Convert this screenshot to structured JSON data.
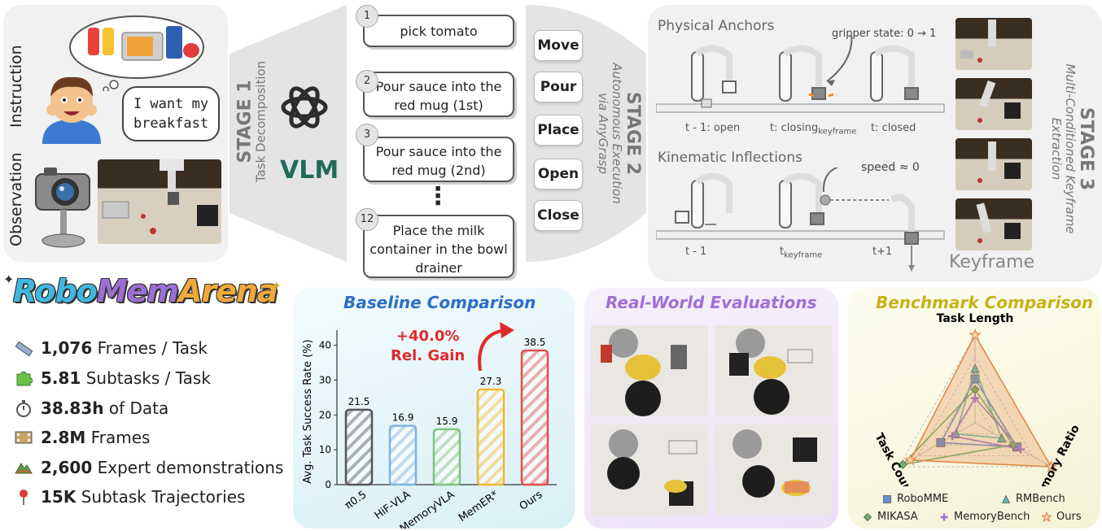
{
  "stage0": {
    "instruction_label": "Instruction",
    "observation_label": "Observation",
    "speech": "I want my breakfast"
  },
  "stage1": {
    "title": "STAGE 1",
    "subtitle": "Task Decomposition",
    "vlm": "VLM"
  },
  "tasks": [
    {
      "num": "1",
      "text": "pick tomato"
    },
    {
      "num": "2",
      "text": "Pour sauce into the red mug (1st)"
    },
    {
      "num": "3",
      "text": "Pour sauce into the red mug (2nd)"
    },
    {
      "num": "12",
      "text": "Place the milk container in the bowl drainer"
    }
  ],
  "ellipsis": "⋮",
  "primitives": [
    "Move",
    "Pour",
    "Place",
    "Open",
    "Close"
  ],
  "stage2": {
    "title": "STAGE 2",
    "subtitle": "Autonomous Execution via AnyGrasp"
  },
  "stage3": {
    "title": "STAGE 3",
    "subtitle": "Multi-Conditioned Keyframe Extraction",
    "physical_anchors": "Physical Anchors",
    "gripper_state": "gripper state: 0 → 1",
    "t_open": "t - 1: open",
    "t_closing": "t: closing",
    "keyframe_sub": "keyframe",
    "t_closed": "t: closed",
    "kinematic": "Kinematic Inflections",
    "speed": "speed ≈ 0",
    "t_minus": "t - 1",
    "t_key": "t",
    "t_plus": "t+1",
    "keyframe_label": "Keyframe"
  },
  "arena": {
    "logo_parts": [
      "Robo",
      "Mem",
      "Arena"
    ],
    "colors": {
      "robo": "#3fb8e0",
      "mem": "#9b6fd6",
      "arena": "#f0a93a"
    },
    "stats": [
      {
        "icon": "ruler-icon",
        "bold": "1,076",
        "rest": "Frames / Task"
      },
      {
        "icon": "puzzle-icon",
        "bold": "5.81",
        "rest": "Subtasks / Task"
      },
      {
        "icon": "stopwatch-icon",
        "bold": "38.83h",
        "rest": "of Data"
      },
      {
        "icon": "film-icon",
        "bold": "2.8M",
        "rest": "Frames"
      },
      {
        "icon": "map-icon",
        "bold": "2,600",
        "rest": "Expert demonstrations"
      },
      {
        "icon": "pin-icon",
        "bold": "15K",
        "rest": "Subtask Trajectories"
      }
    ]
  },
  "baseline": {
    "title": "Baseline Comparison",
    "gain_line1": "+40.0%",
    "gain_line2": "Rel. Gain"
  },
  "realworld": {
    "title": "Real-World Evaluations"
  },
  "benchmark": {
    "title": "Benchmark Comparison"
  },
  "chart_data": [
    {
      "type": "bar",
      "title": "Baseline Comparison",
      "ylabel": "Avg. Task Success Rate (%)",
      "xlabel": "",
      "categories": [
        "π0.5",
        "HiF-VLA",
        "MemoryVLA",
        "MemER*",
        "Ours"
      ],
      "values": [
        21.5,
        16.9,
        15.9,
        27.3,
        38.5
      ],
      "value_labels": [
        "21.5",
        "16.9",
        "15.9",
        "27.3",
        "38.5"
      ],
      "ylim": [
        0,
        42
      ],
      "yticks": [
        0,
        10,
        20,
        30,
        40
      ],
      "ytick_labels": [
        "0",
        "10",
        "20",
        "30",
        "40"
      ],
      "colors": [
        "#555555",
        "#7fb2e0",
        "#7fc27f",
        "#f0b830",
        "#e05050"
      ],
      "grid": false
    },
    {
      "type": "radar",
      "title": "Benchmark Comparison",
      "axes": [
        "Task Length",
        "Memory Ratio",
        "Task Count"
      ],
      "series": [
        {
          "name": "RoboMME",
          "values": [
            0.5,
            0.55,
            0.45
          ],
          "color": "#6a8ed0",
          "marker": "square"
        },
        {
          "name": "RMBench",
          "values": [
            0.62,
            0.35,
            0.25
          ],
          "color": "#5fb9b0",
          "marker": "triangle"
        },
        {
          "name": "MIKASA",
          "values": [
            0.38,
            0.5,
            0.95
          ],
          "color": "#69b269",
          "marker": "diamond"
        },
        {
          "name": "MemoryBench",
          "values": [
            0.28,
            0.6,
            0.3
          ],
          "color": "#9b73c9",
          "marker": "plus"
        },
        {
          "name": "Ours",
          "values": [
            1.0,
            1.0,
            0.85
          ],
          "color": "#e08a4a",
          "marker": "star"
        }
      ],
      "legend": "bottom"
    }
  ]
}
